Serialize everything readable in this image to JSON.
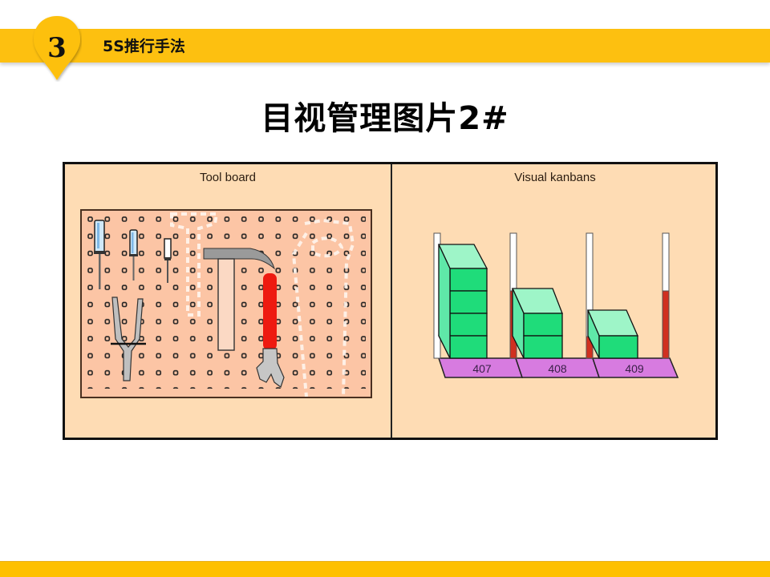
{
  "header": {
    "section_number": "3",
    "section_title": "5S推行手法",
    "accent_color": "#fdc010"
  },
  "page": {
    "title": "目视管理图片2#"
  },
  "figure": {
    "left_panel": {
      "caption": "Tool board",
      "tools": [
        "screwdriver-large",
        "screwdriver-medium",
        "screwdriver-small",
        "pliers",
        "hammer",
        "adjustable-wrench"
      ],
      "outlines": [
        "missing-tool-outline-1",
        "missing-tool-outline-2"
      ]
    },
    "right_panel": {
      "caption": "Visual kanbans",
      "bins": [
        {
          "label": "407",
          "boxes": 4
        },
        {
          "label": "408",
          "boxes": 2
        },
        {
          "label": "409",
          "boxes": 1
        }
      ],
      "colors": {
        "box": "#1fdc7a",
        "box_top": "#9ef5c8",
        "base": "#d77be0",
        "gauge_red": "#d03020"
      }
    }
  },
  "footer": {
    "color": "#fec000"
  }
}
